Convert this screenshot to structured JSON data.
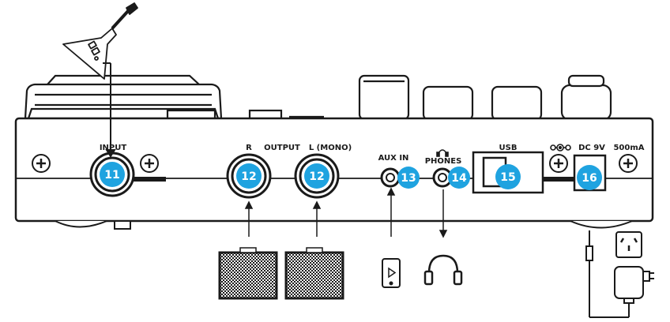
{
  "labels": {
    "input": "INPUT",
    "r": "R",
    "output": "OUTPUT",
    "l_mono": "L (MONO)",
    "aux_in": "AUX IN",
    "phones": "PHONES",
    "usb": "USB",
    "dc": "DC 9V",
    "ma": "500mA"
  },
  "callouts": {
    "input": "11",
    "output_r": "12",
    "output_l": "12",
    "aux_in": "13",
    "phones": "14",
    "usb": "15",
    "dc": "16"
  },
  "colors": {
    "outline": "#1a1a1a",
    "callout": "#1fa3e0",
    "panel": "#ffffff",
    "knob_shade": "#f2f2f2"
  },
  "icons": [
    "guitar-icon",
    "speaker-cabinet-icon",
    "tablet-icon",
    "headphones-icon",
    "wall-outlet-icon",
    "power-adapter-icon",
    "screw-icon",
    "dc-polarity-icon"
  ]
}
